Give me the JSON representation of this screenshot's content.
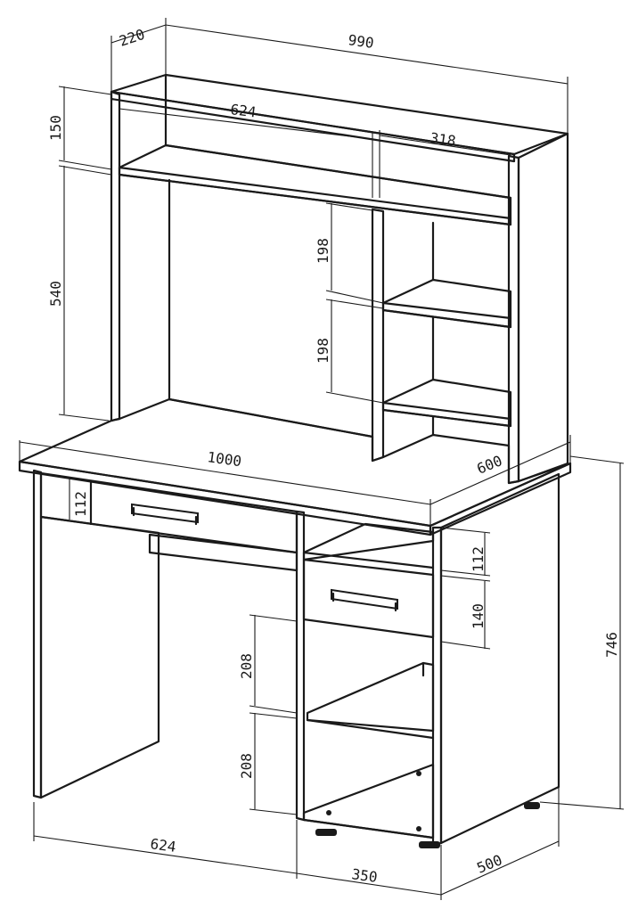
{
  "dimensions": {
    "top_depth": "220",
    "top_width": "990",
    "upper_height": "150",
    "upper_shelf_width": "624",
    "side_shelf_width": "318",
    "main_height": "540",
    "shelf_gap_1": "198",
    "shelf_gap_2": "198",
    "desk_width": "1000",
    "desk_depth": "600",
    "drawer_left_height": "112",
    "drawer_right_gap": "112",
    "drawer_right_height": "140",
    "desk_height": "746",
    "lower_gap_1": "208",
    "lower_gap_2": "208",
    "legroom_width": "624",
    "cabinet_width": "350",
    "cabinet_depth": "500"
  }
}
